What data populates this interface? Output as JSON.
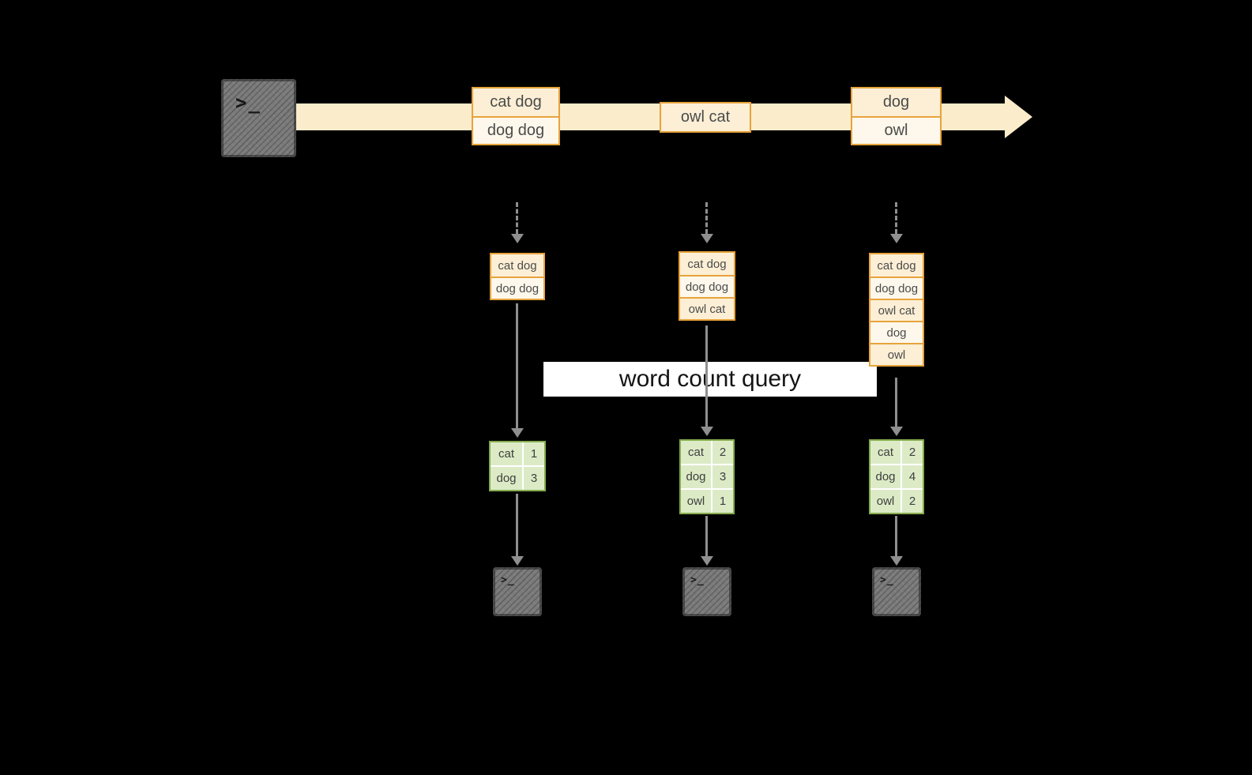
{
  "colors": {
    "background": "#000000",
    "stream_band": "#fbeccb",
    "event_border": "#e7a33c",
    "event_fill_dark": "#fcefd5",
    "event_fill_light": "#fdf8eb",
    "table_border": "#85ac4e",
    "table_fill": "#dcebc6",
    "arrow": "#8f8f8f",
    "terminal": "#7b7b7b",
    "banner_background": "#ffffff",
    "banner_text": "#141414"
  },
  "source_terminal": {
    "glyph": ">_"
  },
  "stream_events": [
    {
      "rows": [
        "cat dog",
        "dog dog"
      ]
    },
    {
      "rows": [
        "owl cat"
      ]
    },
    {
      "rows": [
        "dog",
        "owl"
      ]
    }
  ],
  "query_banner": {
    "label": "word count query"
  },
  "pipelines": [
    {
      "buffer": [
        "cat dog",
        "dog dog"
      ],
      "counts": [
        {
          "word": "cat",
          "value": "1"
        },
        {
          "word": "dog",
          "value": "3"
        }
      ],
      "sink_glyph": ">_"
    },
    {
      "buffer": [
        "cat dog",
        "dog dog",
        "owl cat"
      ],
      "counts": [
        {
          "word": "cat",
          "value": "2"
        },
        {
          "word": "dog",
          "value": "3"
        },
        {
          "word": "owl",
          "value": "1"
        }
      ],
      "sink_glyph": ">_"
    },
    {
      "buffer": [
        "cat dog",
        "dog dog",
        "owl cat",
        "dog",
        "owl"
      ],
      "counts": [
        {
          "word": "cat",
          "value": "2"
        },
        {
          "word": "dog",
          "value": "4"
        },
        {
          "word": "owl",
          "value": "2"
        }
      ],
      "sink_glyph": ">_"
    }
  ]
}
